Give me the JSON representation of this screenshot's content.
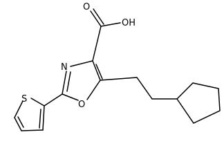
{
  "molecule": {
    "atom_labels": {
      "hydroxyl": "OH",
      "carbonyl_oxygen": "O",
      "ring_nitrogen": "N",
      "ring_oxygen": "O",
      "sulfur": "S"
    },
    "colors": {
      "bond": "#000000",
      "label": "#000000",
      "background": "#ffffff"
    }
  }
}
